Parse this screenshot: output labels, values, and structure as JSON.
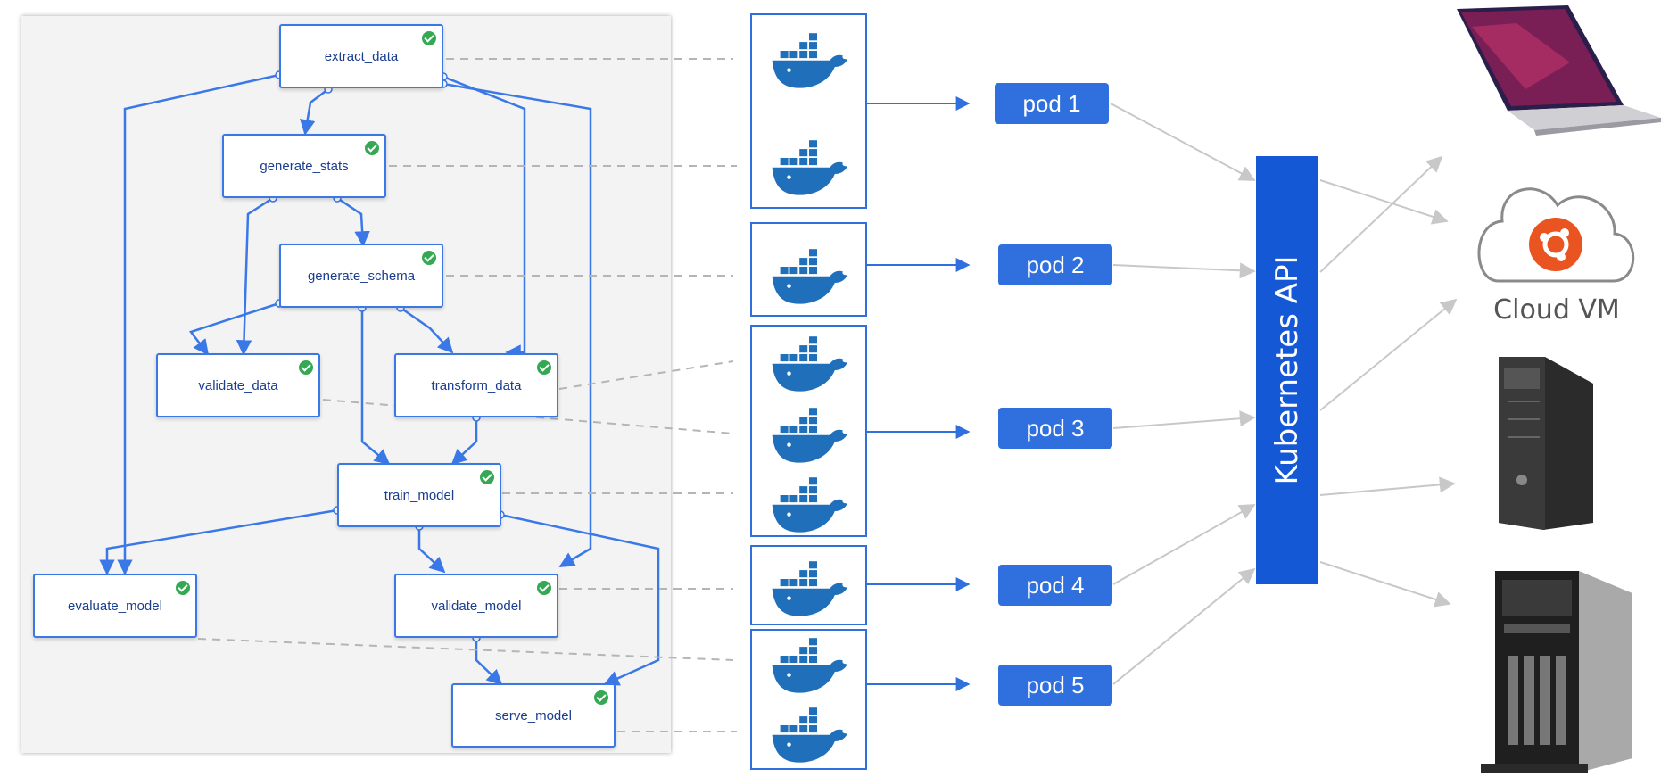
{
  "pipeline": {
    "nodes": [
      {
        "id": "extract_data",
        "label": "extract_data"
      },
      {
        "id": "generate_stats",
        "label": "generate_stats"
      },
      {
        "id": "generate_schema",
        "label": "generate_schema"
      },
      {
        "id": "validate_data",
        "label": "validate_data"
      },
      {
        "id": "transform_data",
        "label": "transform_data"
      },
      {
        "id": "train_model",
        "label": "train_model"
      },
      {
        "id": "evaluate_model",
        "label": "evaluate_model"
      },
      {
        "id": "validate_model",
        "label": "validate_model"
      },
      {
        "id": "serve_model",
        "label": "serve_model"
      }
    ]
  },
  "pods": [
    {
      "label": "pod 1"
    },
    {
      "label": "pod 2"
    },
    {
      "label": "pod 3"
    },
    {
      "label": "pod 4"
    },
    {
      "label": "pod 5"
    }
  ],
  "kubernetes": {
    "label": "Kubernetes API"
  },
  "targets": {
    "cloud_label": "Cloud VM"
  },
  "colors": {
    "node_border": "#3b78e7",
    "edge": "#3b78e7",
    "check": "#34a853",
    "docker": "#1f6fba",
    "pod": "#2f6fde",
    "k8s": "#1558d6",
    "ubuntu": "#e95420"
  }
}
